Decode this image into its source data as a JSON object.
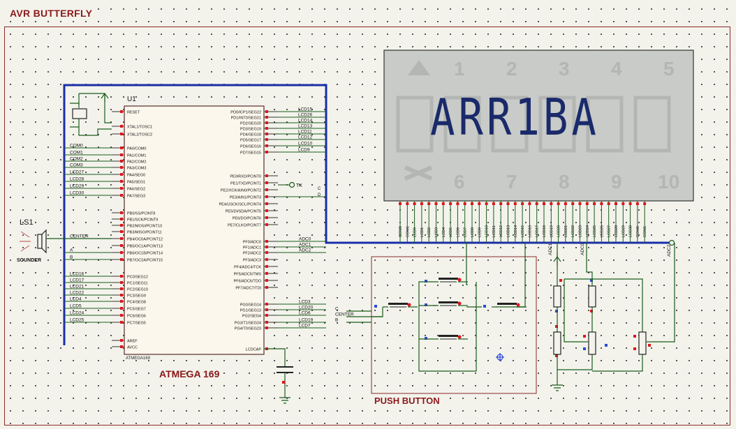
{
  "sheet": {
    "title": "AVR BUTTERFLY"
  },
  "mcu": {
    "ref": "U1",
    "name": "ATMEGA 169",
    "part": "ATMEGA169",
    "left_pins": [
      "RESET",
      "XTAL1/TOSC1",
      "XTAL2/TOSC2",
      "PA0/COM0",
      "PA1/COM1",
      "PA2/COM2",
      "PA3/COM3",
      "PA4/SEG0",
      "PA5/SEG1",
      "PA6/SEG2",
      "PA7/SEG3",
      "PB0/SS/PCINT8",
      "PB1/SCK/PCINT9",
      "PB2/MOSI/PCINT10",
      "PB3/MISO/PCINT11",
      "PB4/OC0A/PCINT12",
      "PB5/OC1A/PCINT13",
      "PB6/OC1B/PCINT14",
      "PB7/OC2A/PCINT15",
      "PC0/SEG12",
      "PC1/SEG11",
      "PC2/SEG10",
      "PC3/SEG9",
      "PC4/SEG8",
      "PC5/SEG7",
      "PC6/SEG6",
      "PC7/SEG5",
      "AREF",
      "AVCC"
    ],
    "right_pins": [
      "PD0/ICP1/SEG22",
      "PD1/INT0/SEG21",
      "PD2/SEG20",
      "PD3/SEG19",
      "PD4/SEG18",
      "PD5/SEG17",
      "PD6/SEG16",
      "PD7/SEG15",
      "PE0/RXD/PCINT0",
      "PE1/TXD/PCINT1",
      "PE2/XCK/AIN0/PCINT2",
      "PE3/AIN1/PCINT3",
      "PE4/USCK/SCL/PCINT4",
      "PE5/DI/SDA/PCINT5",
      "PE6/DO/PCINT6",
      "PE7/CLKO/PCINT7",
      "PF0/ADC0",
      "PF1/ADC1",
      "PF2/ADC2",
      "PF3/ADC3",
      "PF4/ADC4/TCK",
      "PF5/ADC5/TMS",
      "PF6/ADC6/TDO",
      "PF7/ADC7/TDI",
      "PG0/SEG14",
      "PG1/SEG13",
      "PG2/SEG4",
      "PG3/T1/SEG24",
      "PG4/T0/SEG23",
      "LCDCAP"
    ]
  },
  "nets": {
    "left": [
      "COM0",
      "COM1",
      "COM2",
      "COM3",
      "LCD27",
      "LCD28",
      "LCD29",
      "LCD30",
      "CENTER",
      "A",
      "B",
      "LCD16",
      "LCD17",
      "LCD21",
      "LCD22",
      "LCD4",
      "LCD5",
      "LCD24",
      "LCD25"
    ],
    "right_d": [
      "LCD15",
      "LCD26",
      "LCD14",
      "LCD13",
      "LCD11",
      "LCD12",
      "LCD10",
      "LCD9"
    ],
    "right_f": [
      "ADC0",
      "ADC1",
      "ADC2"
    ],
    "right_g": [
      "LCD3",
      "LCD20",
      "LCD6",
      "LCD19",
      "LCD7"
    ],
    "tx": "TX",
    "tx_net": "C",
    "d_net": "D",
    "nav": [
      "C",
      "CENTER",
      "B"
    ]
  },
  "lcd": {
    "text": "ARR1BA",
    "digits": [
      "1",
      "2",
      "3",
      "4",
      "5",
      "6",
      "7",
      "8",
      "9",
      "10"
    ],
    "pins": [
      "COM0",
      "COM1",
      "LCD0",
      "LCD1",
      "LCD2",
      "LCD3",
      "LCD4",
      "LCD5",
      "LCD6",
      "LCD7",
      "LCD8",
      "LCD9",
      "LCD10",
      "LCD11",
      "LCD12",
      "LCD13",
      "LCD14",
      "LCD15",
      "LCD16",
      "LCD17",
      "LCD18",
      "LCD19",
      "LCD20",
      "LCD21",
      "LCD22",
      "LCD23",
      "LCD24",
      "LCD25",
      "LCD26",
      "LCD27",
      "LCD28",
      "LCD29",
      "LCD30",
      "COM0",
      "COM1"
    ]
  },
  "speaker": {
    "ref": "LS1",
    "type": "SOUNDER"
  },
  "buttons": {
    "label": "PUSH BUTTON",
    "net_a": "A",
    "net_d": "D"
  },
  "analog": {
    "nets": [
      "ADC1",
      "ADC0",
      "ADC2"
    ]
  },
  "colors": {
    "wire": "#1a5c1a",
    "bus": "#1a2fa8",
    "border": "#8b1a1a",
    "pin_red": "#e0161c",
    "pin_blue": "#2a4bd8",
    "lcd_bg": "#c8cbc8",
    "lcd_seg": "#1a2a6a"
  }
}
